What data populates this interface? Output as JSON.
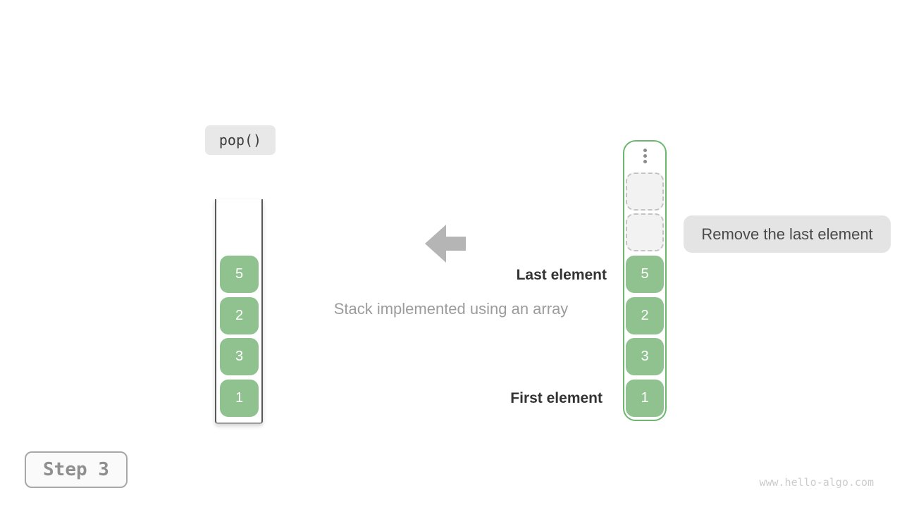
{
  "colors": {
    "green_fill": "#8FC28F",
    "green_border": "#6CB76E",
    "arrow": "#B5B5B5"
  },
  "op_label": {
    "text": "pop()"
  },
  "step_badge": {
    "text": "Step 3"
  },
  "labels": {
    "remove_note": "Remove the last element",
    "last_element": "Last element",
    "first_element": "First element",
    "caption": "Stack implemented using an array"
  },
  "stack_view": {
    "cells": [
      "5",
      "2",
      "3",
      "1"
    ]
  },
  "array_view": {
    "cells": [
      "5",
      "2",
      "3",
      "1"
    ],
    "empty_slot_count": 2
  },
  "watermark": "www.hello-algo.com"
}
